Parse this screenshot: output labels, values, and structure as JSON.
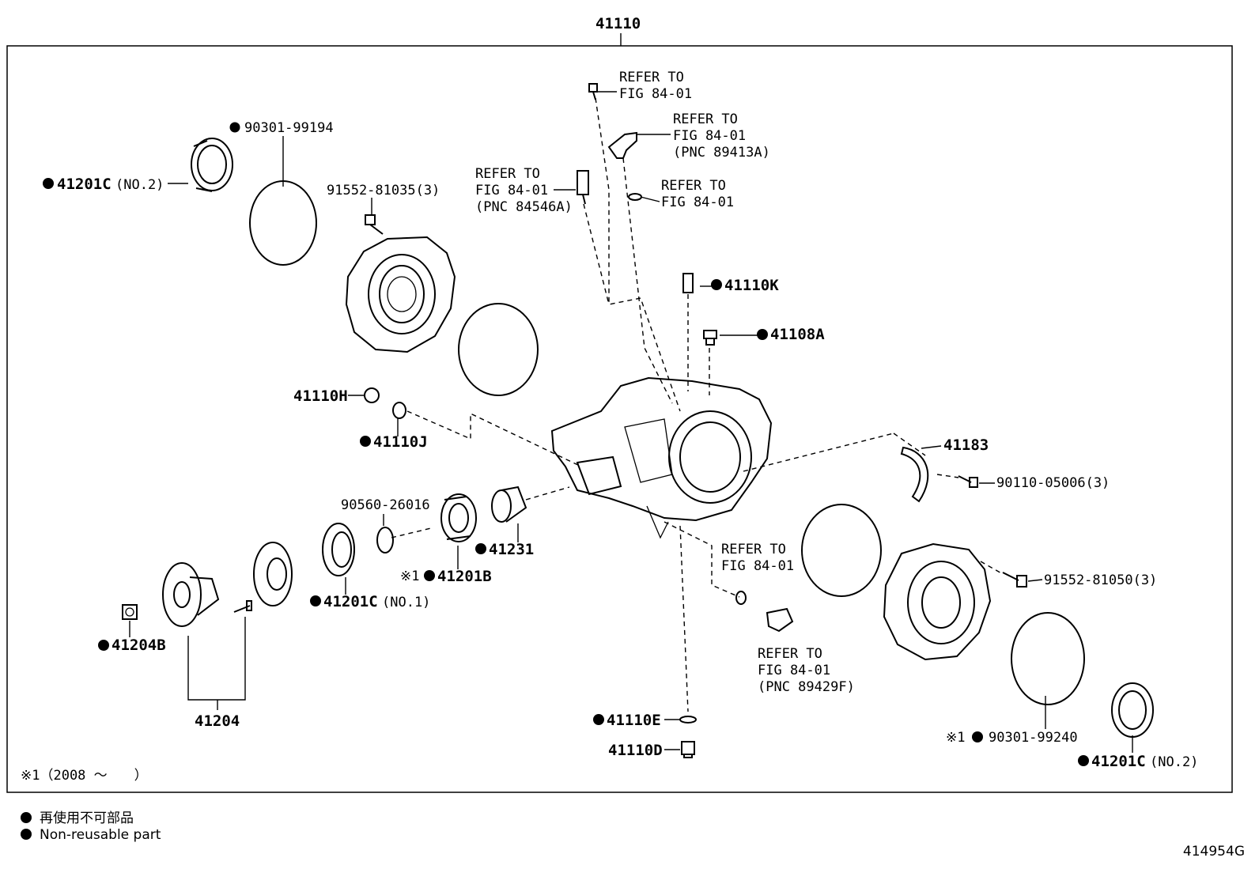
{
  "title_part": "41110",
  "figure_id": "414954G",
  "note": "※1（2008 ～　　）",
  "legend": {
    "jp": "再使用不可部品",
    "en": "Non-reusable part"
  },
  "refs": {
    "r1_a": "REFER TO",
    "r1_b": "FIG 84-01",
    "r2_a": "REFER TO",
    "r2_b": "FIG 84-01",
    "r2_c": "(PNC 89413A)",
    "r3_a": "REFER TO",
    "r3_b": "FIG 84-01",
    "r3_c": "(PNC 84546A)",
    "r4_a": "REFER TO",
    "r4_b": "FIG 84-01",
    "r5_a": "REFER TO",
    "r5_b": "FIG 84-01",
    "r6_a": "REFER TO",
    "r6_b": "FIG 84-01",
    "r6_c": "(PNC 89429F)"
  },
  "parts": {
    "p_90301_99194": "90301-99194",
    "p_41201C_top": "41201C",
    "p_no2_top": "(NO.2)",
    "p_91552_81035": "91552-81035(3)",
    "p_41110K": "41110K",
    "p_41108A": "41108A",
    "p_41110H": "41110H",
    "p_41110J": "41110J",
    "p_41183": "41183",
    "p_90110_05006": "90110-05006(3)",
    "p_90560_26016": "90560-26016",
    "p_41231": "41231",
    "p_mark1_a": "※1",
    "p_41201B": "41201B",
    "p_41201C_mid": "41201C",
    "p_no1": "(NO.1)",
    "p_91552_81050": "91552-81050(3)",
    "p_41204B": "41204B",
    "p_41204": "41204",
    "p_41110E": "41110E",
    "p_41110D": "41110D",
    "p_mark1_b": "※1",
    "p_90301_99240": "90301-99240",
    "p_41201C_bot": "41201C",
    "p_no2_bot": "(NO.2)"
  }
}
